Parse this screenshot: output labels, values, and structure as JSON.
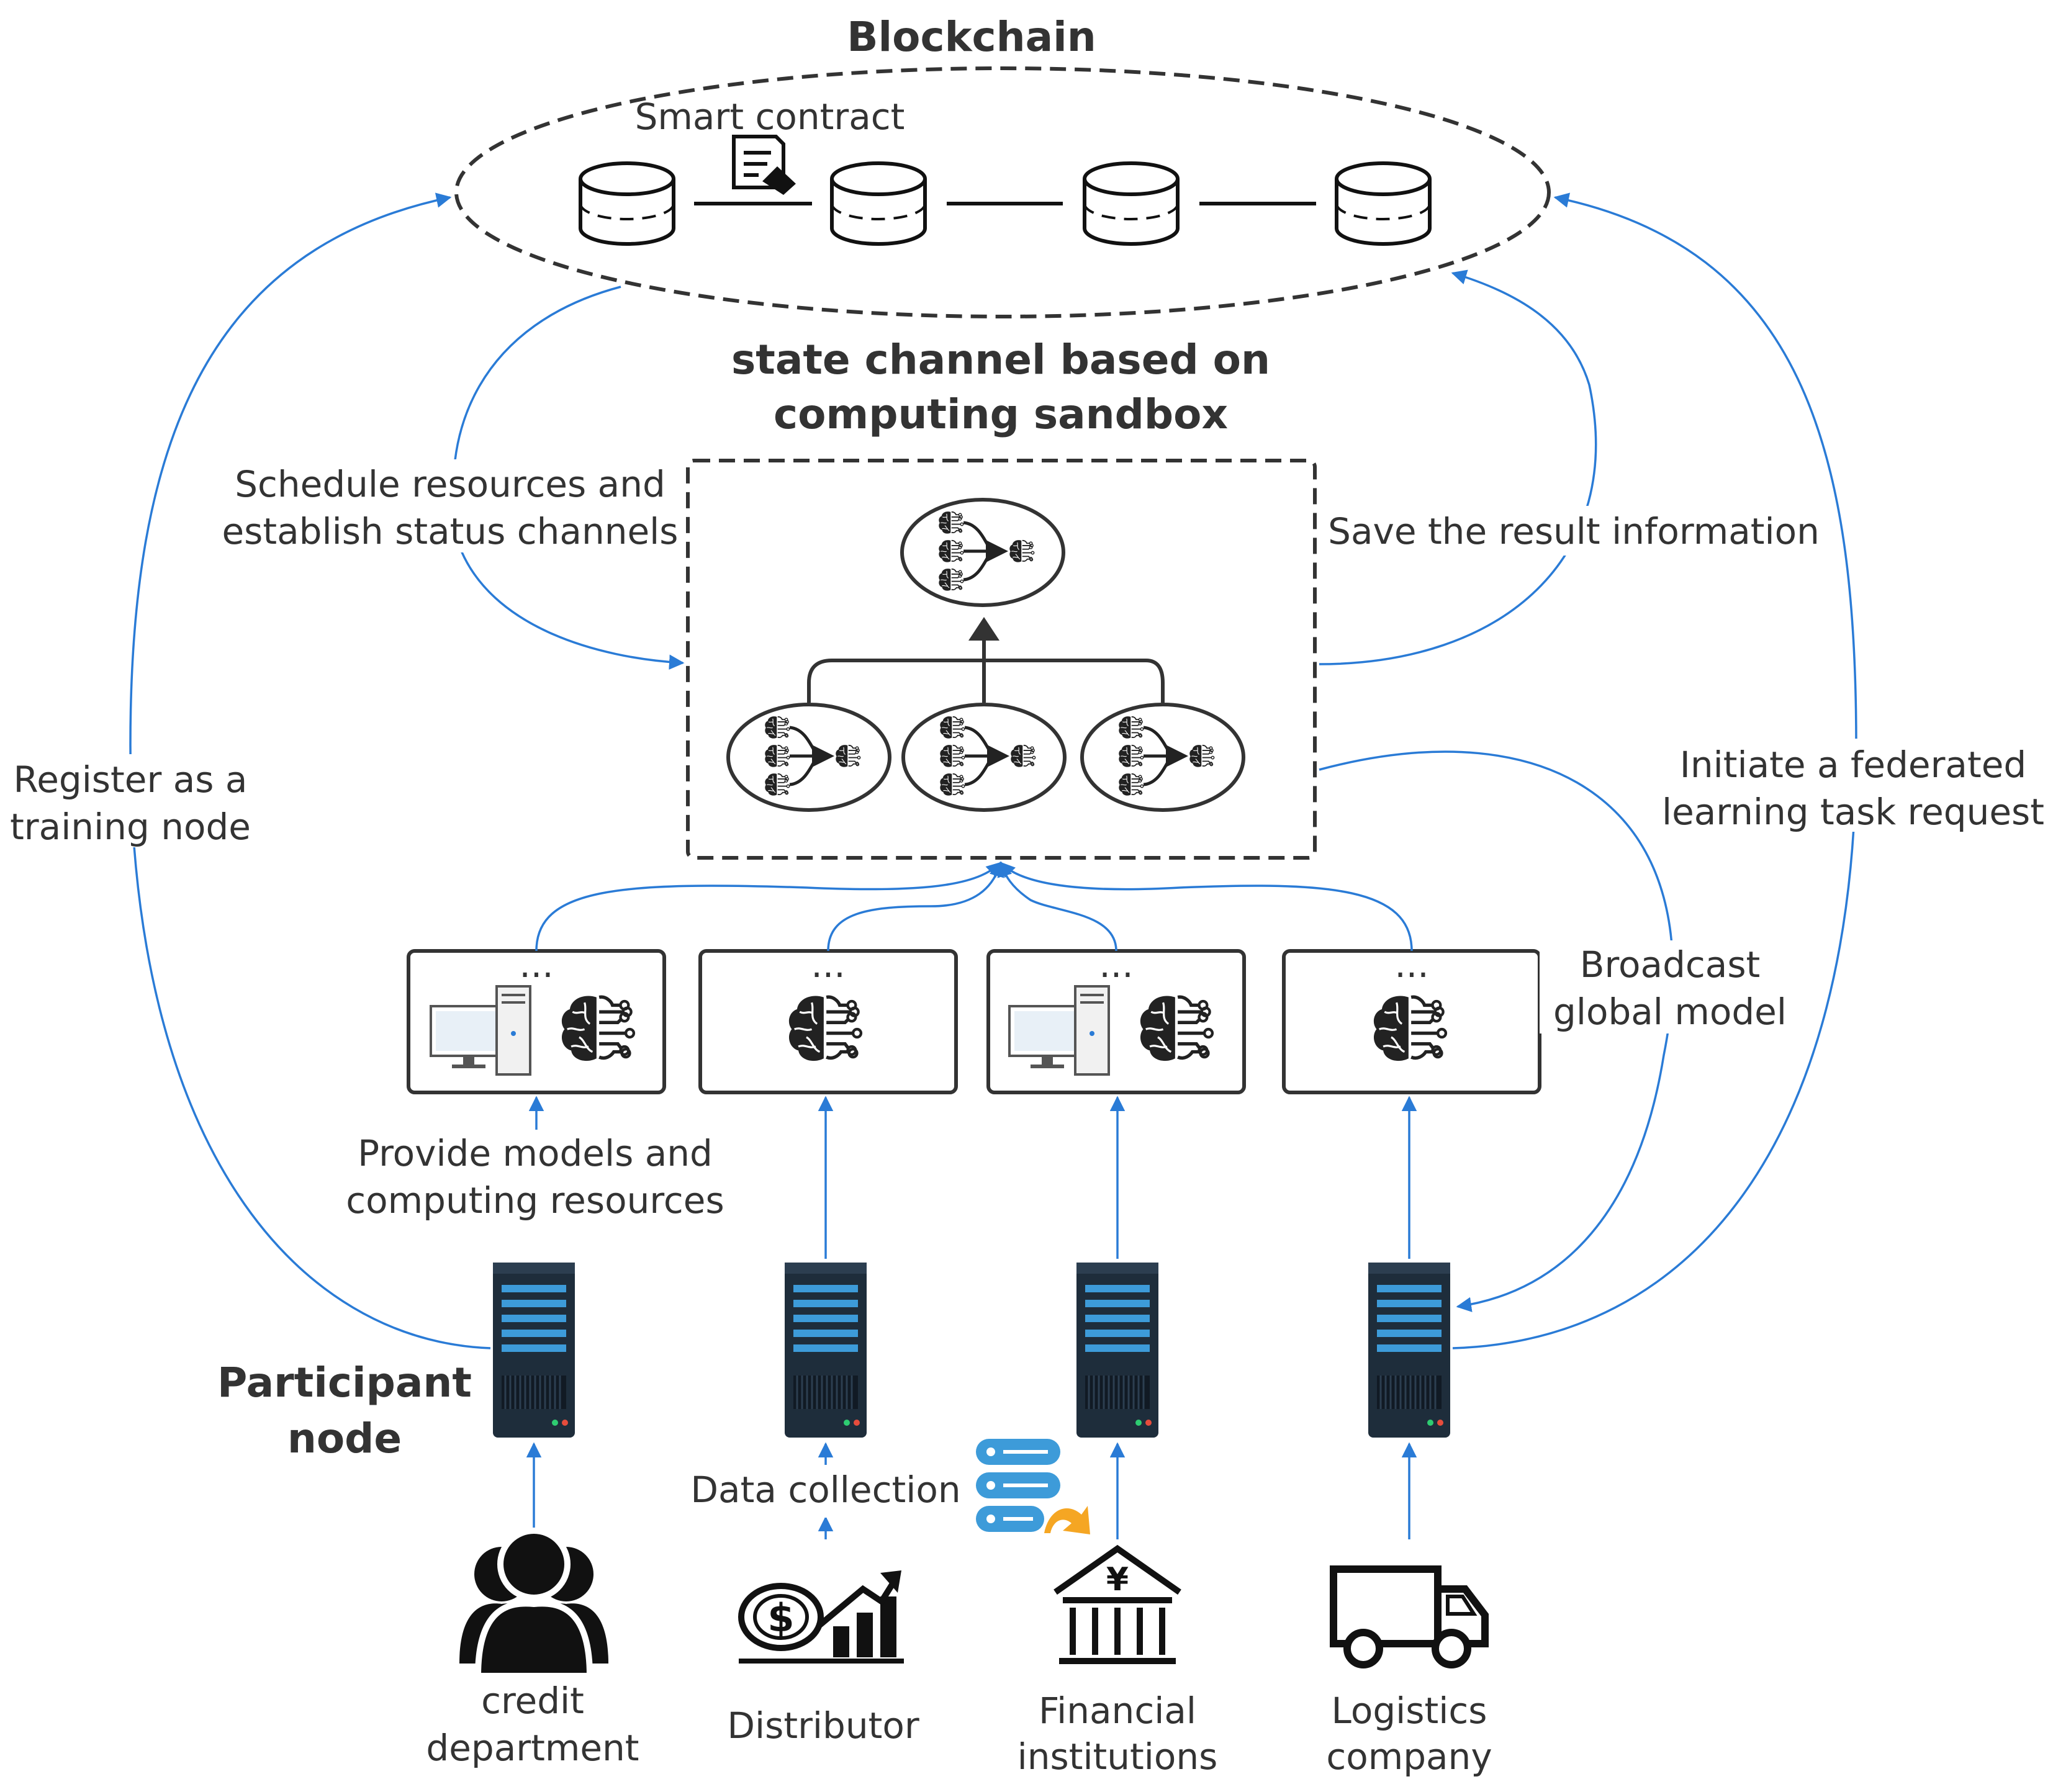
{
  "diagram": {
    "title_blockchain": "Blockchain",
    "smart_contract_label": "Smart contract",
    "sandbox_title_line1": "state channel based on",
    "sandbox_title_line2": "computing sandbox",
    "participant_title_line1": "Participant",
    "participant_title_line2": "node",
    "edges": {
      "schedule_line1": "Schedule resources and",
      "schedule_line2": "establish status channels",
      "save_result": "Save the result information",
      "register_line1": "Register as a",
      "register_line2": "training node",
      "initiate_line1": "Initiate a federated",
      "initiate_line2": "learning task request",
      "broadcast_line1": "Broadcast",
      "broadcast_line2": "global model",
      "provide_line1": "Provide models and",
      "provide_line2": "computing resources",
      "data_collection": "Data collection"
    },
    "resource_box_ellipsis": "...",
    "participants": [
      {
        "line1": "credit",
        "line2": "department",
        "icon": "people-icon"
      },
      {
        "line1": "Distributor",
        "line2": "",
        "icon": "money-growth-icon"
      },
      {
        "line1": "Financial",
        "line2": "institutions",
        "icon": "bank-icon"
      },
      {
        "line1": "Logistics",
        "line2": "company",
        "icon": "truck-icon"
      }
    ],
    "bank_symbol": "¥",
    "dollar_symbol": "$"
  },
  "colors": {
    "flow_arrow": "#2a7bd6",
    "text": "#333333",
    "server_body": "#1e2d3b",
    "server_slot": "#3d9bd9",
    "data_icon_blue": "#3d9bd9",
    "data_icon_orange": "#f5a623"
  }
}
